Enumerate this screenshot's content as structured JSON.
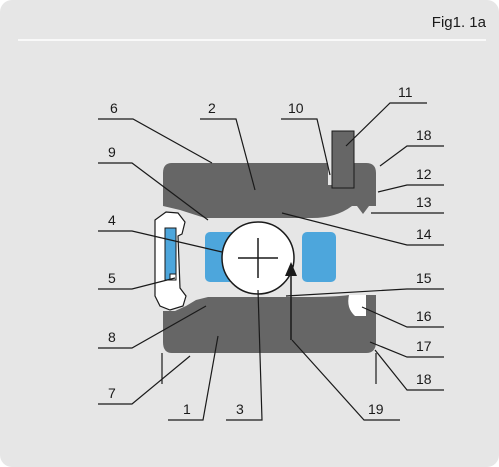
{
  "figure": {
    "title": "Fig1. 1a"
  },
  "labels": {
    "n1": "1",
    "n2": "2",
    "n3": "3",
    "n4": "4",
    "n5": "5",
    "n6": "6",
    "n7": "7",
    "n8": "8",
    "n9": "9",
    "n10": "10",
    "n11": "11",
    "n12": "12",
    "n13": "13",
    "n14": "14",
    "n15": "15",
    "n16": "16",
    "n17": "17",
    "n18a": "18",
    "n18b": "18",
    "n19": "19"
  },
  "colors": {
    "panel_bg": "#e6e6e6",
    "ring": "#666666",
    "ball_cage": "#4da6dc",
    "ball": "#ffffff",
    "line": "#1a1a1a"
  }
}
